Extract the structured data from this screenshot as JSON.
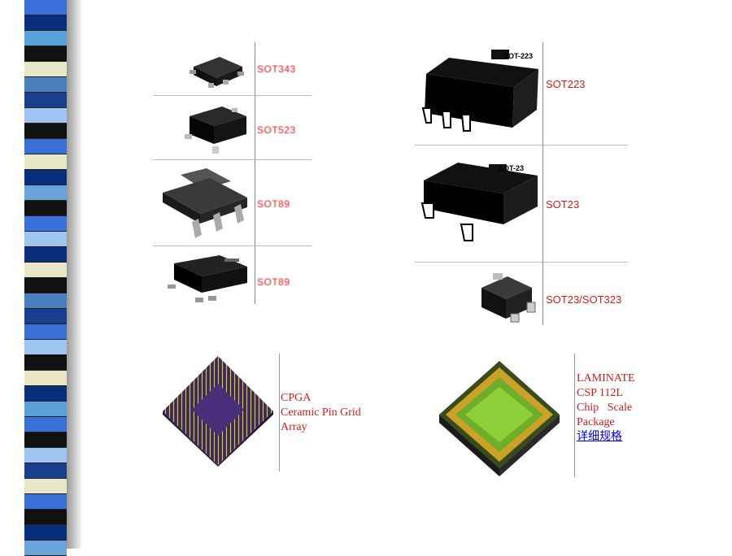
{
  "top_left_packages": [
    {
      "label": "SOT343"
    },
    {
      "label": "SOT523"
    },
    {
      "label": "SOT89"
    },
    {
      "label": "SOT89"
    }
  ],
  "top_right_packages": [
    {
      "label": "SOT223",
      "marking": "SOT-223"
    },
    {
      "label": "SOT23",
      "marking": "SOT-23"
    },
    {
      "label": "SOT23/SOT323"
    }
  ],
  "cpga": {
    "line1": "CPGA",
    "line2": "Ceramic Pin Grid",
    "line3": "Array"
  },
  "laminate": {
    "line1": "LAMINATE",
    "line2": "CSP 112L",
    "line3": "Chip   Scale",
    "line4": "Package",
    "link": "详细规格"
  },
  "colors": {
    "label_red": "#d71a1a",
    "link_blue": "#0000ee"
  }
}
